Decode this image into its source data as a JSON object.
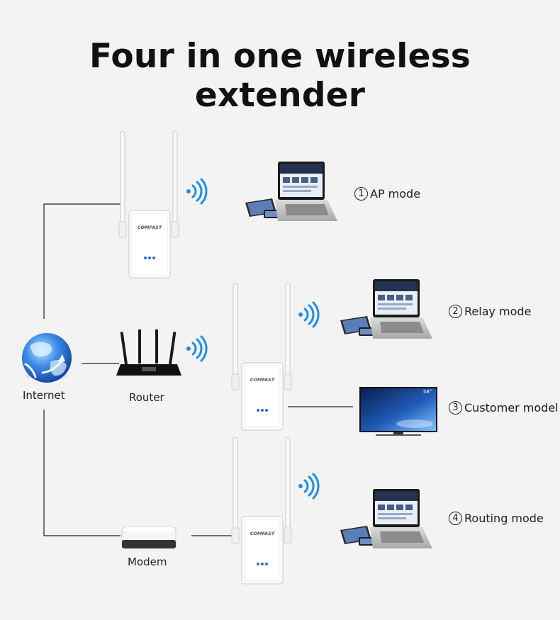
{
  "title": "Four in one wireless extender",
  "nodes": {
    "internet": "Internet",
    "router": "Router",
    "modem": "Modem"
  },
  "extender_brand": "COMFAST",
  "modes": [
    {
      "num": "1",
      "label": "AP mode"
    },
    {
      "num": "2",
      "label": "Relay mode"
    },
    {
      "num": "3",
      "label": "Customer model"
    },
    {
      "num": "4",
      "label": "Routing mode"
    }
  ],
  "tv_size": "58\"",
  "colors": {
    "background": "#f3f3f3",
    "wifi_blue": "#1f8fe0",
    "globe_blue": "#2a6fd6",
    "line": "#222222"
  }
}
